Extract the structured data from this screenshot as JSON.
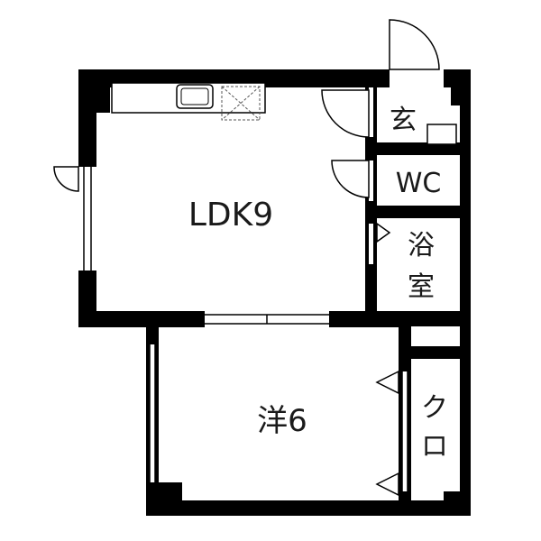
{
  "floorplan": {
    "rooms": {
      "ldk": {
        "label": "LDK9"
      },
      "western": {
        "label": "洋6"
      },
      "entrance": {
        "label": "玄"
      },
      "toilet": {
        "label": "WC"
      },
      "bath": {
        "label_line1": "浴",
        "label_line2": "室"
      },
      "closet": {
        "label_line1": "ク",
        "label_line2": "ロ"
      }
    },
    "colors": {
      "wall": "#000000",
      "background": "#ffffff",
      "line": "#000000",
      "dashed": "#555555"
    }
  }
}
